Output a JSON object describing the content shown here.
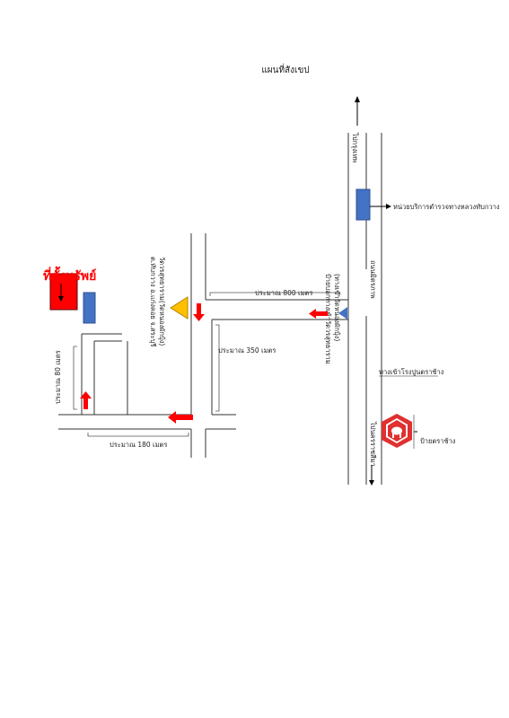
{
  "map": {
    "title": "แผนที่สังเขป",
    "property_label": "ที่ตั้งทรัพย์",
    "labels": {
      "to_bangkok": "ไปกรุงเทพ",
      "police_unit": "หน่วยบริการตำรวจทางหลวงทับกวาง",
      "main_road": "ถนนมิตรภาพ",
      "temple": "วัดวรสุทธาราม(วัดหนองผักบุ้ง)",
      "temple_address": "ต.ทับกวาง อ.แก่งคอย จ.สระบุรี",
      "left_sign": "ป้ายบอกทางเข้าวัดวรสุทธาราม",
      "left_sign_2": "(ทางเข้าวัดหนองผักบุ้ง)",
      "dist_800": "ประมาณ 800 เมตร",
      "dist_350": "ประมาณ 350 เมตร",
      "dist_180": "ประมาณ 180 เมตร",
      "dist_80": "ประมาณ 80 เมตร",
      "cement_entrance": "ทางเข้าโรงปูนตราช้าง",
      "to_nakhon_ratchasima": "ไปนครราชสีมา",
      "elephant_sign": "ป้ายตราช้าง"
    },
    "colors": {
      "property": "#ff0000",
      "marker_blue": "#4472c4",
      "temple_triangle": "#ffc000",
      "arrow_red": "#ff0000",
      "elephant_logo": "#e03030"
    },
    "icons": [
      "property-marker",
      "police-box",
      "temple-triangle",
      "elephant-logo",
      "route-arrow"
    ]
  }
}
